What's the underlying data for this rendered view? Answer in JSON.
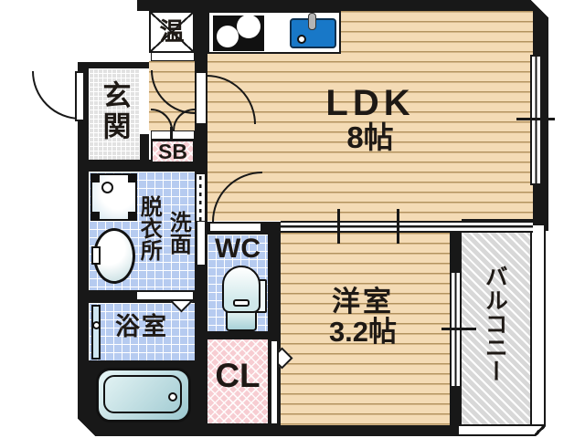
{
  "rooms": {
    "ldk": {
      "name": "LDK",
      "size": "8帖"
    },
    "bedroom": {
      "name": "洋室",
      "size": "3.2帖"
    },
    "entrance": {
      "name": "玄関"
    },
    "water_heater": {
      "name": "温"
    },
    "shoe_box": {
      "name": "SB"
    },
    "washroom": {
      "right_column": "洗面",
      "left_column": "脱衣所"
    },
    "bathroom": {
      "name": "浴室"
    },
    "toilet": {
      "name": "WC"
    },
    "closet": {
      "name": "CL"
    },
    "balcony": {
      "name": "バルコニー"
    }
  },
  "fixtures": [
    "stove-icon",
    "kitchen-sink-icon",
    "washing-machine-pan-icon",
    "washbasin-icon",
    "toilet-icon",
    "bathtub-icon",
    "water-heater-icon"
  ],
  "colors": {
    "wall": "#181818",
    "wood_floor": "#f4dbb5",
    "wood_line": "#b3935f",
    "wet_area_tile": "#b6cbf0",
    "entrance_gray": "#e2e2e2",
    "storage_pink": "#f7cdd2",
    "balcony_gray": "#d8d8d8",
    "sink_blue": "#1878c8",
    "text": "#1e1915"
  }
}
